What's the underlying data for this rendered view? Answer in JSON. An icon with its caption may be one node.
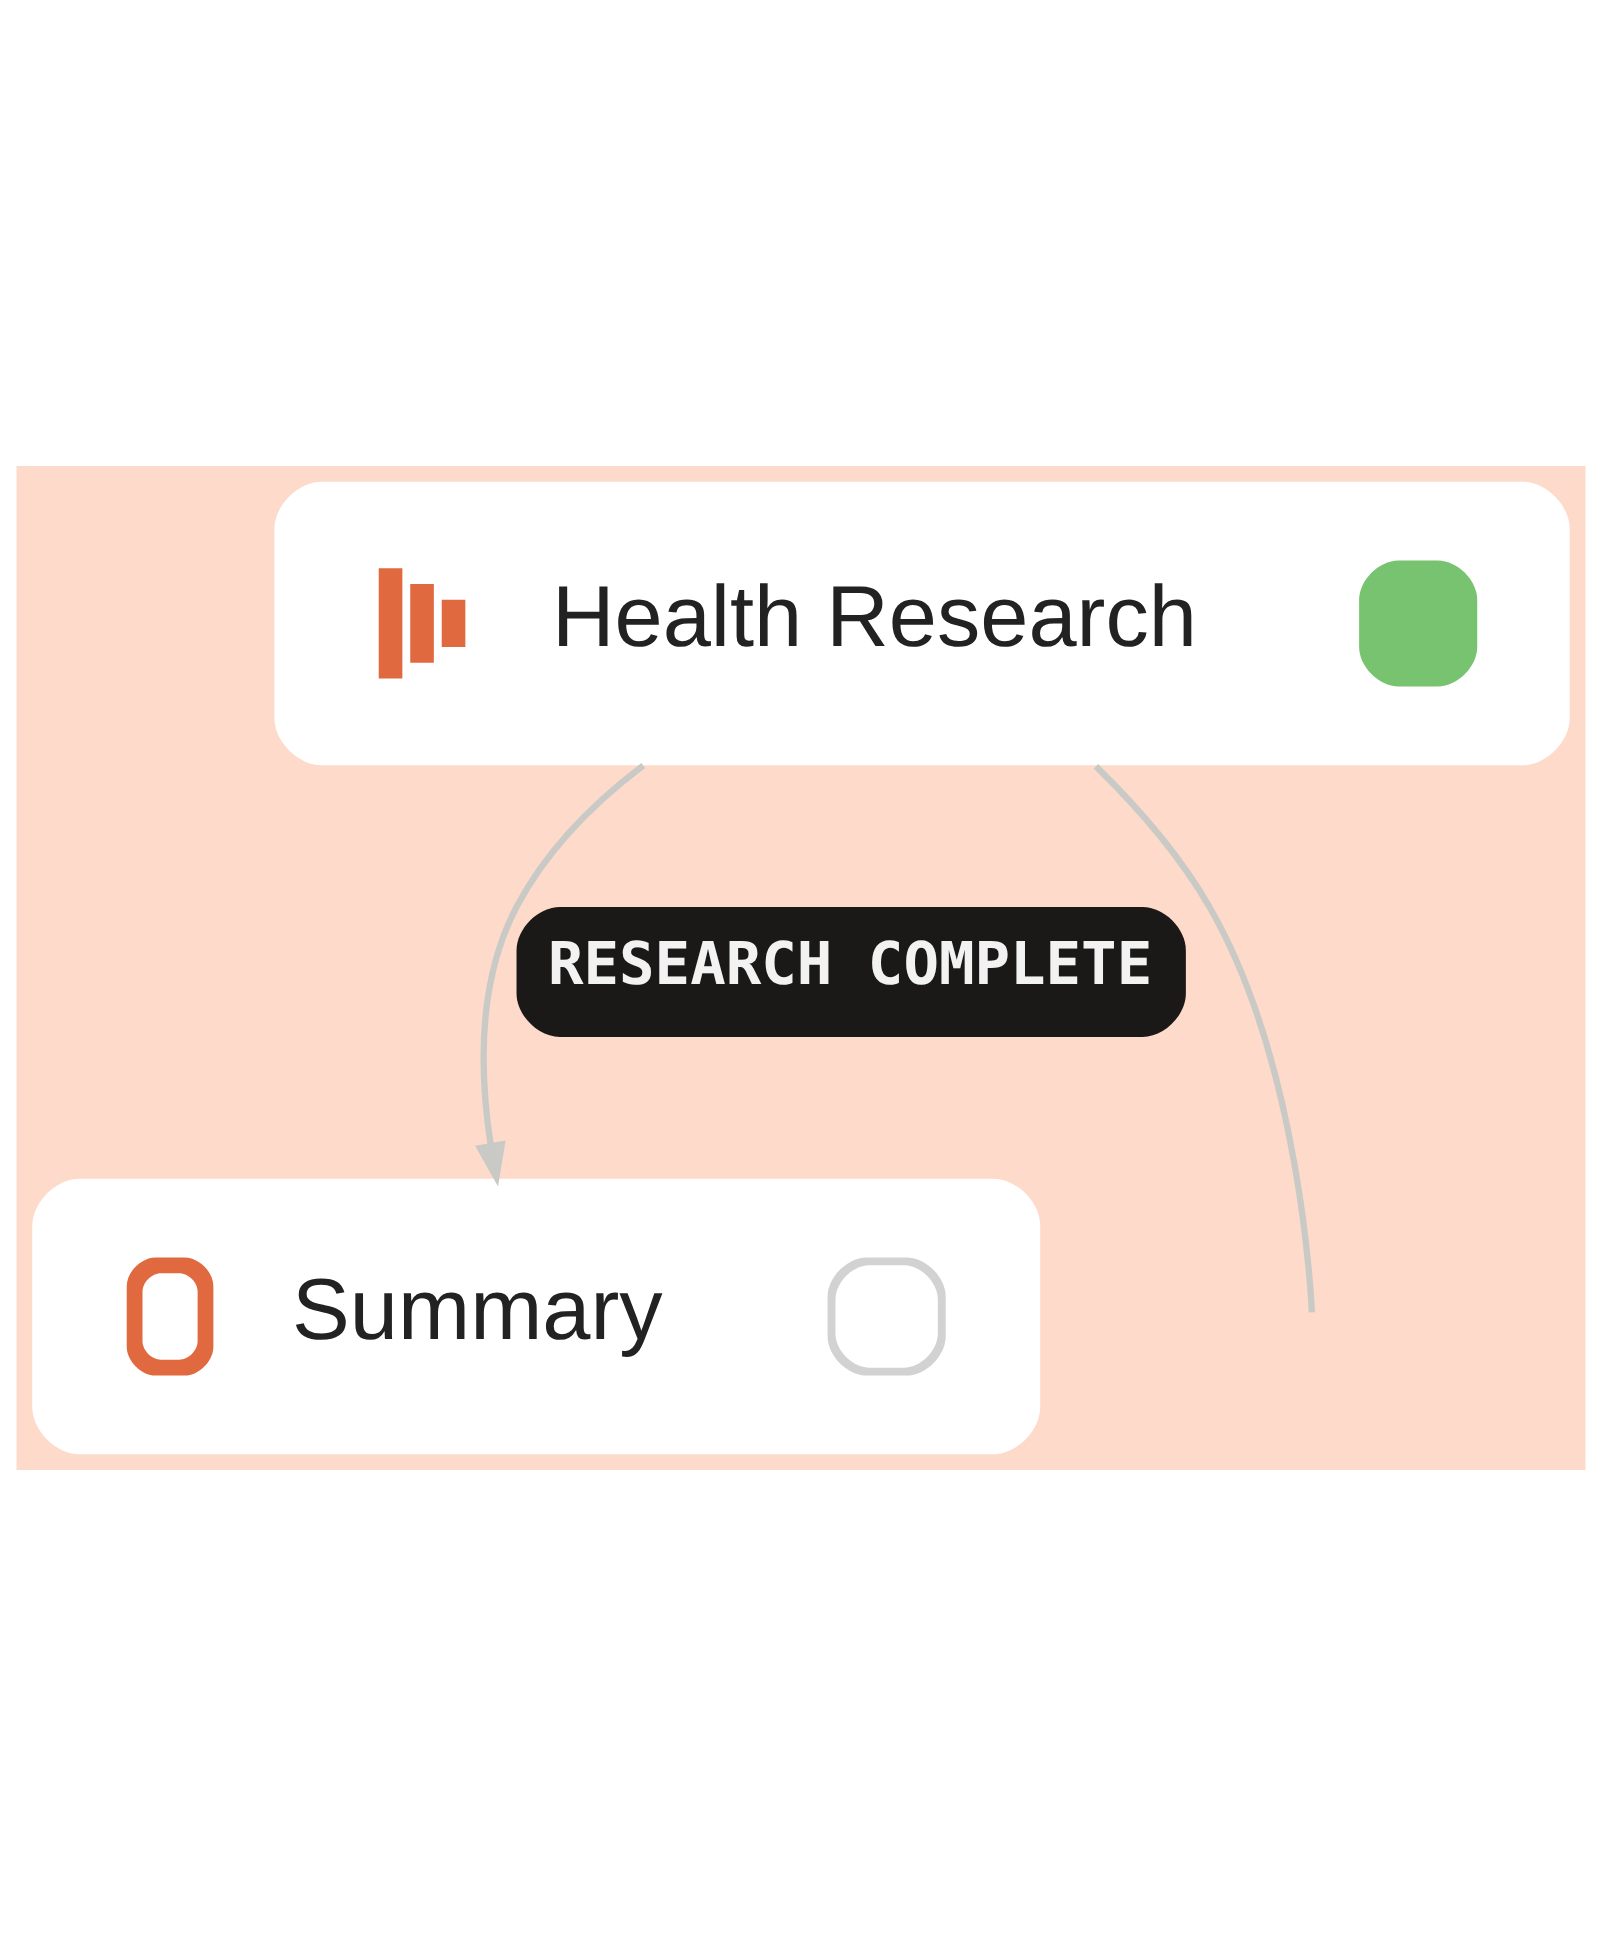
{
  "diagram": {
    "nodes": [
      {
        "text": [
          "Health Research"
        ]
      },
      {
        "text": [
          "Summary"
        ]
      }
    ],
    "edges": [
      {
        "from": 0,
        "to": 1,
        "arrow": "to",
        "label": "RESEARCH COMPLETE"
      },
      {
        "from": 0,
        "to": null,
        "arrow": "none"
      }
    ]
  }
}
